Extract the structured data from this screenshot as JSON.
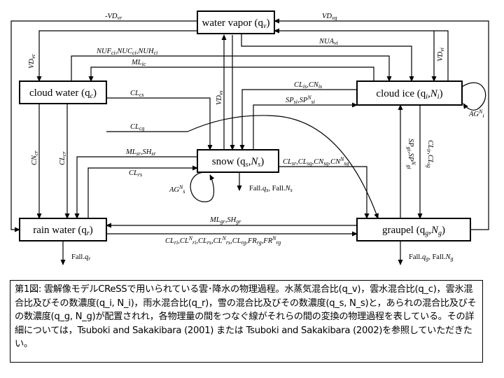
{
  "nodes": {
    "water_vapor": "water vapor (q",
    "water_vapor_sub": "v",
    "cloud_water": "cloud water (q",
    "cloud_water_sub": "c",
    "cloud_ice": "cloud ice (q",
    "cloud_ice_sub1": "i",
    "cloud_ice_mid": ",N",
    "cloud_ice_sub2": "i",
    "snow": "snow (q",
    "snow_sub1": "s",
    "snow_mid": ",N",
    "snow_sub2": "s",
    "rain_water": "rain water (q",
    "rain_water_sub": "r",
    "graupel": "graupel (q",
    "graupel_sub1": "g",
    "graupel_mid": ",N",
    "graupel_sub2": "g",
    "close": ")"
  },
  "process_labels": {
    "vdvr": "-VD",
    "vdvr_sub": "vr",
    "vdvg": "VD",
    "vdvg_sub": "vg",
    "vdvc": "VD",
    "vdvc_sub": "vc",
    "nuf": "NUF",
    "nuf_sub1": "ci",
    "nuf_mid1": ",NUC",
    "nuf_sub2": "ci",
    "nuf_mid2": ",NUH",
    "nuf_sub3": "ci",
    "nuavi": "NUA",
    "nuavi_sub": "vi",
    "vdvi": "VD",
    "vdvi_sub": "vi",
    "mlic": "ML",
    "mlic_sub": "ic",
    "clis": "CL",
    "clis_sub1": "is",
    "clis_mid": ",CN",
    "clis_sub2": "is",
    "clcs": "CL",
    "clcs_sub": "cs",
    "vdvs": "VD",
    "vdvs_sub": "vs",
    "spsi": "SP",
    "spsi_sub1": "si",
    "spsi_mid": ",SP",
    "spsi_sup": "N",
    "spsi_sub2": "si",
    "agni": "AG",
    "agni_sup": "N",
    "agni_sub": "i",
    "clcg": "CL",
    "clcg_sub": "cg",
    "cncr": "CN",
    "cncr_sub": "cr",
    "clcr": "CL",
    "clcr_sub": "cr",
    "mlsr": "ML",
    "mlsr_sub1": "sr",
    "mlsr_mid": ",SH",
    "mlsr_sub2": "sr",
    "clrs": "CL",
    "clrs_sub": "rs",
    "clsr": "CL",
    "clsr_sub1": "sr",
    "clsr_mid1": ",CL",
    "clsr_sub2": "sg",
    "clsr_mid2": ",CN",
    "clsr_sub3": "sg",
    "clsr_mid3": ",CN",
    "clsr_sup": "N",
    "clsr_sub4": "sg",
    "spgi": "SP",
    "spgi_sub1": "gi",
    "spgi_mid": ",SP",
    "spgi_sup": "N",
    "spgi_sub2": "gi",
    "clir": "CL",
    "clir_sub1": "ir",
    "clir_mid": ",CL",
    "clir_sub2": "ig",
    "agns": "AG",
    "agns_sup": "N",
    "agns_sub": "s",
    "mlgr": "ML",
    "mlgr_sub1": "gr",
    "mlgr_mid": ",SH",
    "mlgr_sub2": "gr",
    "clri": "CL",
    "clri_sub1": "ri",
    "clri_mid1": ",CL",
    "clri_sup1": "N",
    "clri_sub2": "ri",
    "clri_mid2": ",CL",
    "clri_sub3": "rs",
    "clri_mid3": ",CL",
    "clri_sup2": "N",
    "clri_sub4": "rs",
    "clri_mid4": ",CL",
    "clri_sub5": "rg",
    "clri_mid5": ",FR",
    "clri_sub6": "rg",
    "clri_mid6": ",FR",
    "clri_sup3": "N",
    "clri_sub7": "rg"
  },
  "fall_labels": {
    "snow": "Fall.",
    "snow_q": "q",
    "snow_q_sub": "s",
    "snow_mid": ", Fall.",
    "snow_n": "N",
    "snow_n_sub": "s",
    "rain": "Fall.",
    "rain_q": "q",
    "rain_q_sub": "r",
    "graupel": "Fall.",
    "graupel_q": "q",
    "graupel_q_sub": "g",
    "graupel_mid": ", Fall.",
    "graupel_n": "N",
    "graupel_n_sub": "g"
  },
  "caption": "第1図: 雲解像モデルCReSSで用いられている雲･降水の物理過程。水蒸気混合比(q_v)，雲水混合比(q_c)，雲氷混合比及びその数濃度(q_i, N_i)，雨水混合比(q_r)，雪の混合比及びその数濃度(q_s, N_s)と，あられの混合比及びその数濃度(q_g, N_g)が配置されれ，各物理量の間をつなぐ線がそれらの間の変換の物理過程を表している。その詳細については，Tsuboki and Sakakibara (2001) または Tsuboki and Sakakibara (2002)を参照していただきたい。"
}
